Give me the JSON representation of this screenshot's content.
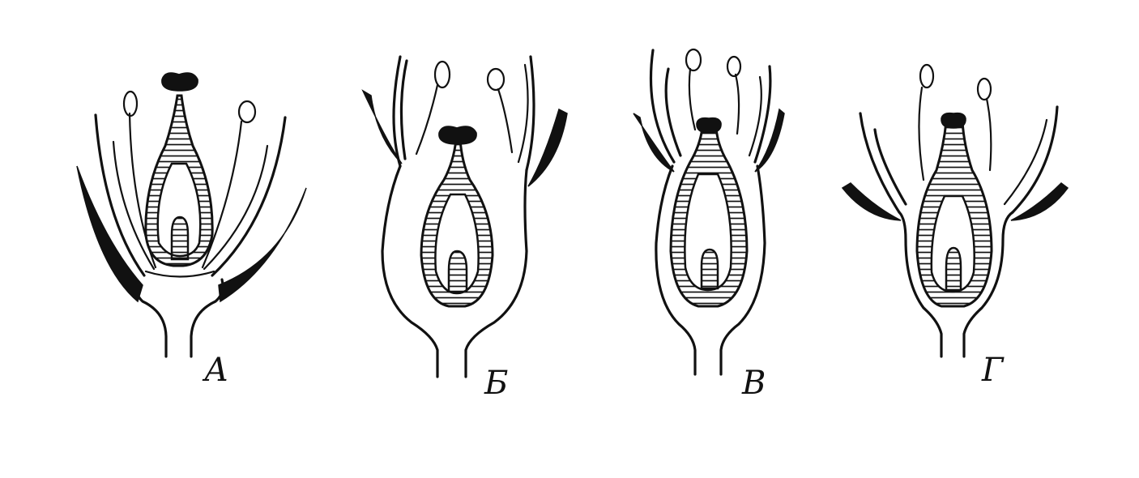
{
  "figures": [
    {
      "label": "А"
    },
    {
      "label": "Б"
    },
    {
      "label": "В"
    },
    {
      "label": "Г"
    }
  ]
}
